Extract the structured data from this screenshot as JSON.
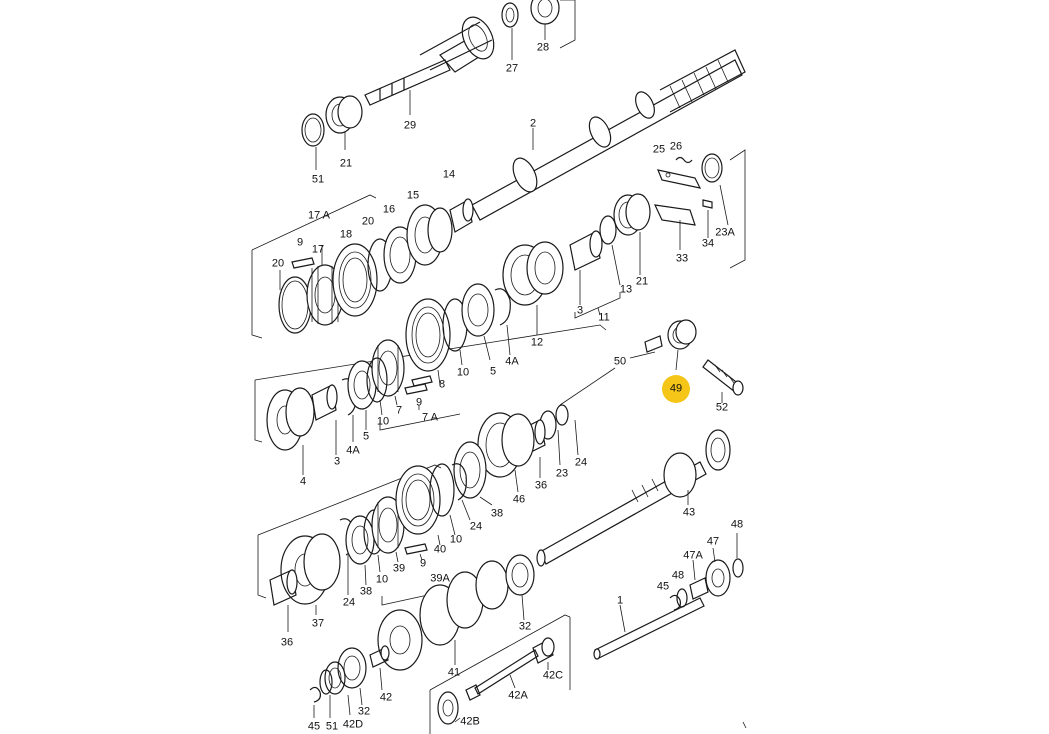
{
  "highlight_color": "#f5c518",
  "labels": [
    {
      "id": "p27",
      "text": "27"
    },
    {
      "id": "p28",
      "text": "28"
    },
    {
      "id": "p29",
      "text": "29"
    },
    {
      "id": "p21a",
      "text": "21"
    },
    {
      "id": "p51a",
      "text": "51"
    },
    {
      "id": "p2",
      "text": "2"
    },
    {
      "id": "p14",
      "text": "14"
    },
    {
      "id": "p15",
      "text": "15"
    },
    {
      "id": "p16",
      "text": "16"
    },
    {
      "id": "p17a",
      "text": "17 A"
    },
    {
      "id": "p20a",
      "text": "20"
    },
    {
      "id": "p18",
      "text": "18"
    },
    {
      "id": "p9a",
      "text": "9"
    },
    {
      "id": "p17",
      "text": "17"
    },
    {
      "id": "p20b",
      "text": "20"
    },
    {
      "id": "p25",
      "text": "25"
    },
    {
      "id": "p26",
      "text": "26"
    },
    {
      "id": "p23a",
      "text": "23A"
    },
    {
      "id": "p34",
      "text": "34"
    },
    {
      "id": "p33",
      "text": "33"
    },
    {
      "id": "p21b",
      "text": "21"
    },
    {
      "id": "p13",
      "text": "13"
    },
    {
      "id": "p3a",
      "text": "3"
    },
    {
      "id": "p11",
      "text": "11"
    },
    {
      "id": "p12",
      "text": "12"
    },
    {
      "id": "p4aa",
      "text": "4A"
    },
    {
      "id": "p5a",
      "text": "5"
    },
    {
      "id": "p10a",
      "text": "10"
    },
    {
      "id": "p8",
      "text": "8"
    },
    {
      "id": "p9b",
      "text": "9"
    },
    {
      "id": "p7",
      "text": "7"
    },
    {
      "id": "p7a",
      "text": "7 A"
    },
    {
      "id": "p10b",
      "text": "10"
    },
    {
      "id": "p5b",
      "text": "5"
    },
    {
      "id": "p4ab",
      "text": "4A"
    },
    {
      "id": "p3b",
      "text": "3"
    },
    {
      "id": "p4",
      "text": "4"
    },
    {
      "id": "p50",
      "text": "50"
    },
    {
      "id": "p49",
      "text": "49"
    },
    {
      "id": "p52",
      "text": "52"
    },
    {
      "id": "p24a",
      "text": "24"
    },
    {
      "id": "p23",
      "text": "23"
    },
    {
      "id": "p36a",
      "text": "36"
    },
    {
      "id": "p46",
      "text": "46"
    },
    {
      "id": "p38a",
      "text": "38"
    },
    {
      "id": "p24b",
      "text": "24"
    },
    {
      "id": "p43",
      "text": "43"
    },
    {
      "id": "p10c",
      "text": "10"
    },
    {
      "id": "p40",
      "text": "40"
    },
    {
      "id": "p9c",
      "text": "9"
    },
    {
      "id": "p39",
      "text": "39"
    },
    {
      "id": "p10d",
      "text": "10"
    },
    {
      "id": "p38b",
      "text": "38"
    },
    {
      "id": "p24c",
      "text": "24"
    },
    {
      "id": "p39a",
      "text": "39A"
    },
    {
      "id": "p37",
      "text": "37"
    },
    {
      "id": "p36b",
      "text": "36"
    },
    {
      "id": "p32a",
      "text": "32"
    },
    {
      "id": "p48a",
      "text": "48"
    },
    {
      "id": "p47",
      "text": "47"
    },
    {
      "id": "p47a",
      "text": "47A"
    },
    {
      "id": "p48b",
      "text": "48"
    },
    {
      "id": "p45a",
      "text": "45"
    },
    {
      "id": "p1",
      "text": "1"
    },
    {
      "id": "p41",
      "text": "41"
    },
    {
      "id": "p42",
      "text": "42"
    },
    {
      "id": "p42c",
      "text": "42C"
    },
    {
      "id": "p42a",
      "text": "42A"
    },
    {
      "id": "p32b",
      "text": "32"
    },
    {
      "id": "p45b",
      "text": "45"
    },
    {
      "id": "p51b",
      "text": "51"
    },
    {
      "id": "p42d",
      "text": "42D"
    },
    {
      "id": "p42b",
      "text": "42B"
    }
  ]
}
